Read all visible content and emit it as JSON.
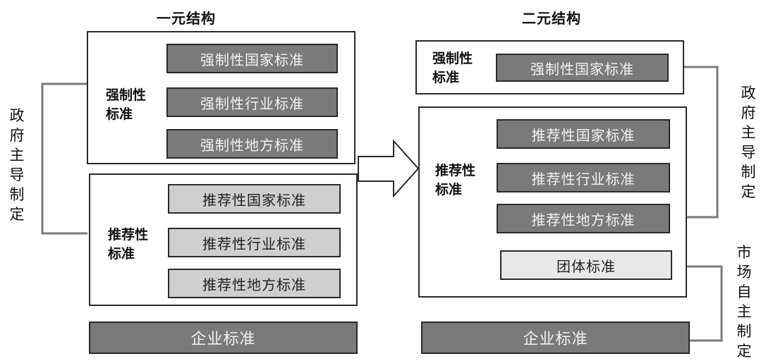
{
  "left": {
    "title": "一元结构",
    "mandatory": {
      "label_line1": "强制性",
      "label_line2": "标准",
      "items": [
        "强制性国家标准",
        "强制性行业标准",
        "强制性地方标准"
      ]
    },
    "recommended": {
      "label_line1": "推荐性",
      "label_line2": "标准",
      "items": [
        "推荐性国家标准",
        "推荐性行业标准",
        "推荐性地方标准"
      ]
    },
    "enterprise": "企业标准",
    "side_label": "政府主导制定"
  },
  "right": {
    "title": "二元结构",
    "mandatory": {
      "label_line1": "强制性",
      "label_line2": "标准",
      "items": [
        "强制性国家标准"
      ]
    },
    "recommended": {
      "label_line1": "推荐性",
      "label_line2": "标准",
      "items": [
        "推荐性国家标准",
        "推荐性行业标准",
        "推荐性地方标准"
      ],
      "group_item": "团体标准"
    },
    "enterprise": "企业标准",
    "side_label_gov": "政府主导制定",
    "side_label_market": "市场自主制定"
  },
  "colors": {
    "dark_box": "#7a7a7a",
    "light_box": "#cfcfcf",
    "lighter_box": "#e8e8e8",
    "line": "#7a7a7a"
  }
}
